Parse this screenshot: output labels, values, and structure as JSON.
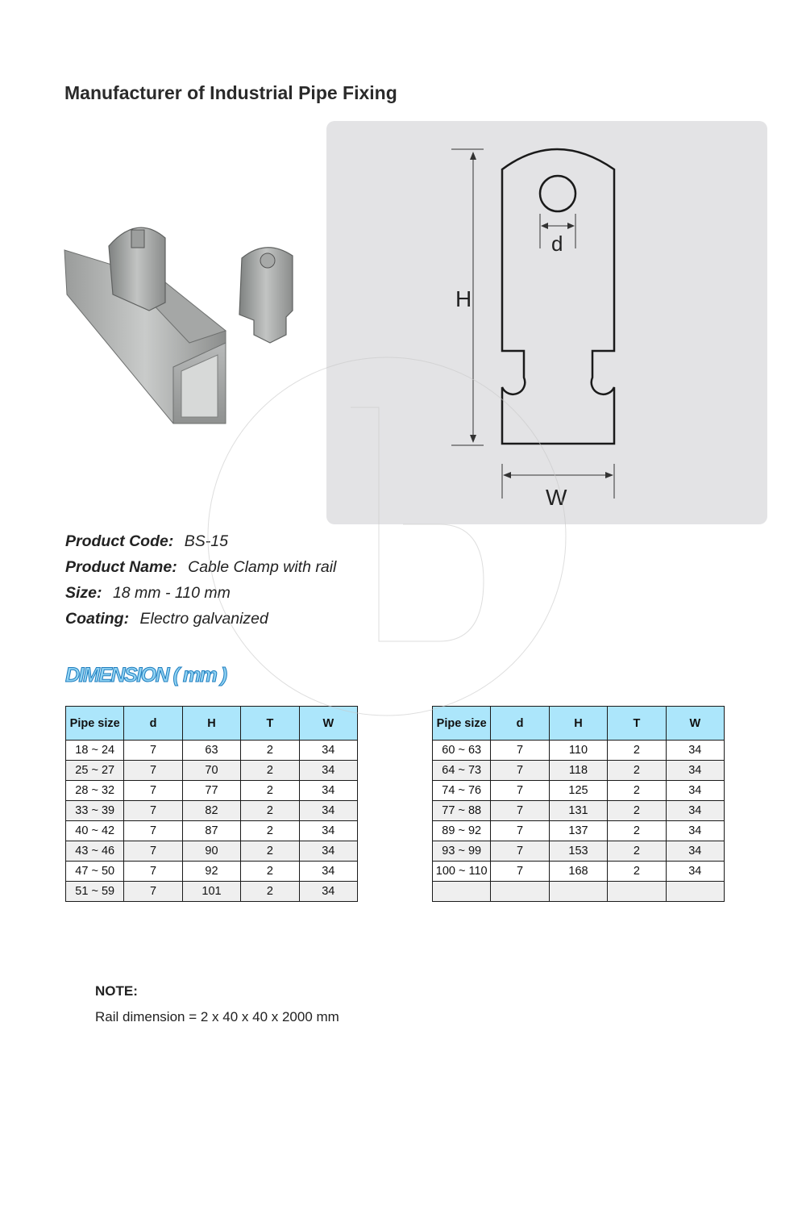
{
  "header": {
    "title": "Manufacturer of Industrial Pipe Fixing"
  },
  "diagram": {
    "label_h": "H",
    "label_d": "d",
    "label_w": "W"
  },
  "product": {
    "code_label": "Product Code:",
    "code": "BS-15",
    "name_label": "Product Name:",
    "name": "Cable Clamp with rail",
    "size_label": "Size:",
    "size": "18 mm -  110 mm",
    "coating_label": "Coating:",
    "coating": "Electro galvanized"
  },
  "dimension": {
    "heading": "DIMENSION ( mm )",
    "columns": [
      "Pipe size",
      "d",
      "H",
      "T",
      "W"
    ],
    "left_rows": [
      [
        "18 ~ 24",
        "7",
        "63",
        "2",
        "34"
      ],
      [
        "25 ~ 27",
        "7",
        "70",
        "2",
        "34"
      ],
      [
        "28 ~ 32",
        "7",
        "77",
        "2",
        "34"
      ],
      [
        "33 ~ 39",
        "7",
        "82",
        "2",
        "34"
      ],
      [
        "40 ~ 42",
        "7",
        "87",
        "2",
        "34"
      ],
      [
        "43 ~ 46",
        "7",
        "90",
        "2",
        "34"
      ],
      [
        "47 ~ 50",
        "7",
        "92",
        "2",
        "34"
      ],
      [
        "51 ~ 59",
        "7",
        "101",
        "2",
        "34"
      ]
    ],
    "right_rows": [
      [
        "60 ~ 63",
        "7",
        "110",
        "2",
        "34"
      ],
      [
        "64 ~ 73",
        "7",
        "118",
        "2",
        "34"
      ],
      [
        "74 ~ 76",
        "7",
        "125",
        "2",
        "34"
      ],
      [
        "77 ~ 88",
        "7",
        "131",
        "2",
        "34"
      ],
      [
        "89 ~ 92",
        "7",
        "137",
        "2",
        "34"
      ],
      [
        "93 ~ 99",
        "7",
        "153",
        "2",
        "34"
      ],
      [
        "100 ~ 110",
        "7",
        "168",
        "2",
        "34"
      ],
      [
        "",
        "",
        "",
        "",
        ""
      ]
    ]
  },
  "note": {
    "title": "NOTE:",
    "text": "Rail dimension = 2 x 40 x 40 x 2000 mm"
  },
  "colors": {
    "panel": "#e3e3e5",
    "table_header": "#ace6fb",
    "heading_fill": "#8fd2f2",
    "heading_stroke": "#1e7dbf"
  }
}
